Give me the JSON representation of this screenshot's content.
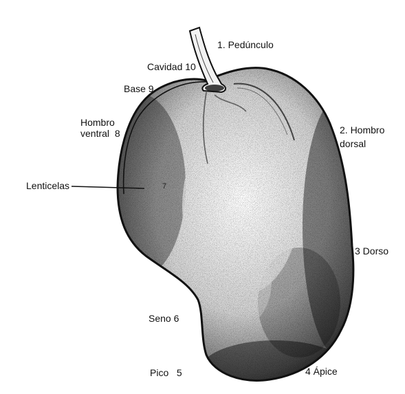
{
  "labels": {
    "pedunculo": "1. Pedúnculo",
    "cavidad": "Cavidad 10",
    "base": "Base 9",
    "hombro_ventral_line1": "Hombro",
    "hombro_ventral_line2": "ventral",
    "hombro_ventral_num": "8",
    "hombro_dorsal_line1": "2. Hombro",
    "hombro_dorsal_line2": "dorsal",
    "lenticelas": "Lenticelas",
    "lenticelas_num": "7",
    "dorso": "3 Dorso",
    "seno": "Seno 6",
    "pico": "Pico   5",
    "apice": "4 Ápice"
  },
  "colors": {
    "ink": "#111111",
    "background": "#ffffff"
  }
}
